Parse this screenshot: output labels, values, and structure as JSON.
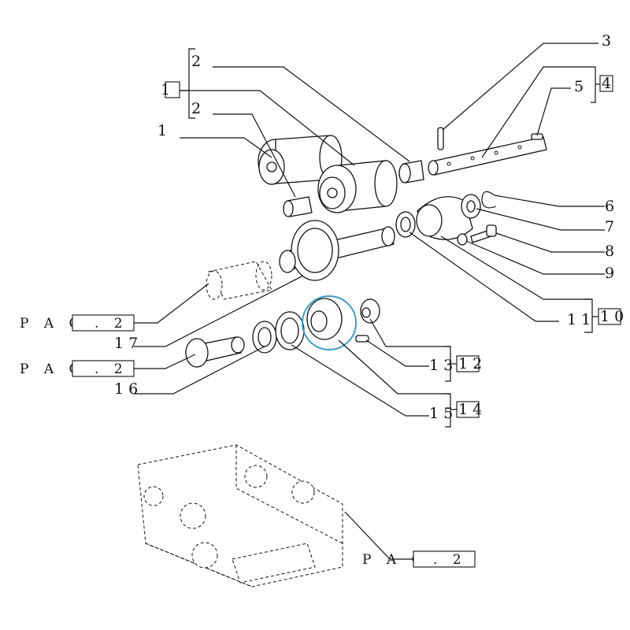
{
  "diagram": {
    "labels": {
      "p1": "1",
      "p2a": "2",
      "p2b": "2",
      "p3": "3",
      "p5": "5",
      "p6": "6",
      "p7": "7",
      "p8": "8",
      "p9": "9",
      "p11": "1 1",
      "p13": "1 3",
      "p15": "1 5",
      "p16": "1 6",
      "p17": "1 7"
    },
    "boxed_labels": {
      "b1": "1",
      "b4": "4",
      "b10": "1 0",
      "b12": "1 2",
      "b14": "1 4"
    },
    "page_refs": {
      "r1": {
        "text": "P A G",
        "ref": ". 2"
      },
      "r2": {
        "text": "P A G",
        "ref": ". 2"
      },
      "r3": {
        "text": "P A G",
        "ref": ". 2"
      }
    },
    "highlight_color": "#3a9ec8"
  }
}
